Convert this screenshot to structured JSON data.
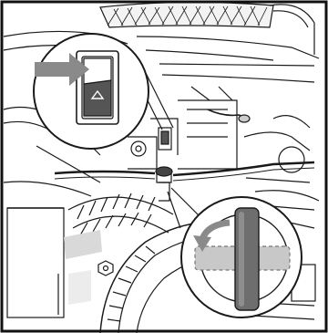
{
  "illustration": {
    "subject": "engine-switch-and-fuel-valve",
    "switch_callout": {
      "shape": "circle",
      "content": "rocker-switch",
      "indicator": "arrow-pointing-right"
    },
    "valve_callout": {
      "shape": "circle",
      "content": "fuel-shutoff-lever",
      "indicator": "curved-arrow-counterclockwise"
    },
    "colors": {
      "line": "#1a1a1a",
      "frame": "#111111",
      "arrow": "#8a8a8a",
      "switch_dark": "#555555",
      "valve_lever": "#6e6e6e",
      "valve_highlight": "#c8c8c8",
      "shade": "#d9d9d9"
    }
  }
}
